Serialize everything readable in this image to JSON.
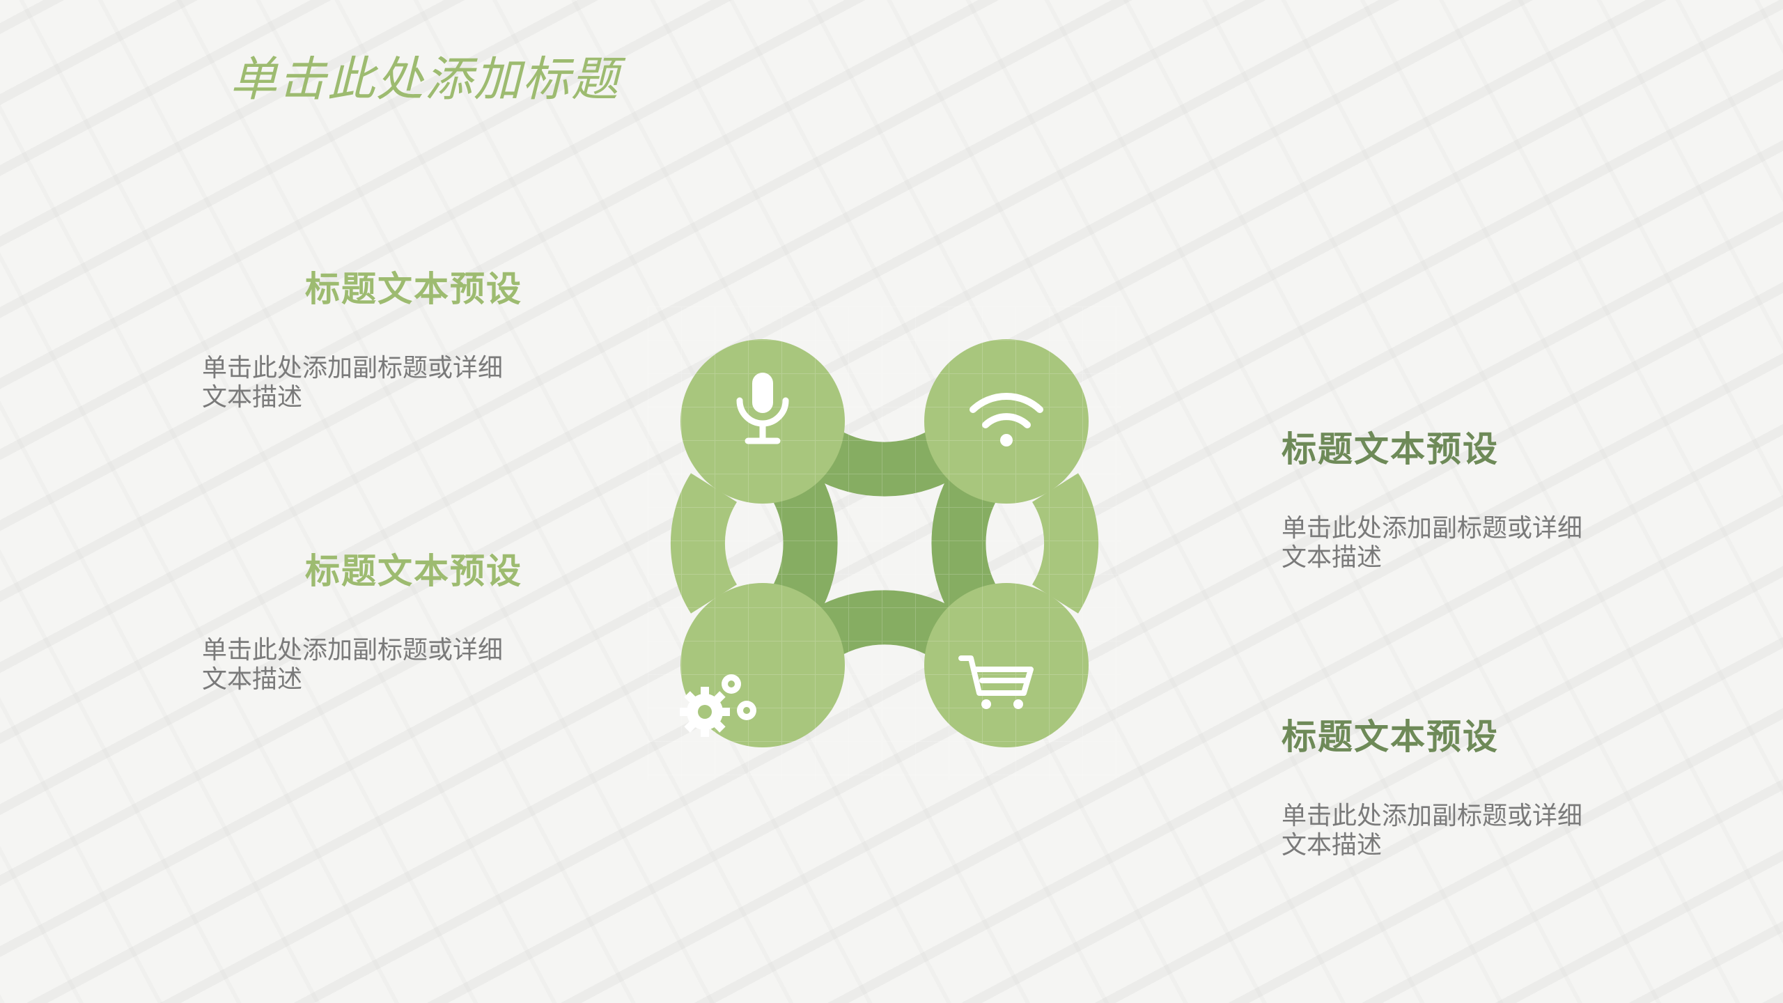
{
  "title": "单击此处添加标题",
  "colors": {
    "accent_light": "#a8c67d",
    "accent_dark": "#86ad62",
    "text_gray": "#7a7a7a",
    "background": "#f5f5f3"
  },
  "items": [
    {
      "heading": "标题文本预设",
      "desc": "单击此处添加副标题或详细文本描述",
      "icon": "microphone-icon"
    },
    {
      "heading": "标题文本预设",
      "desc": "单击此处添加副标题或详细文本描述",
      "icon": "gears-icon"
    },
    {
      "heading": "标题文本预设",
      "desc": "单击此处添加副标题或详细文本描述",
      "icon": "wifi-icon"
    },
    {
      "heading": "标题文本预设",
      "desc": "单击此处添加副标题或详细文本描述",
      "icon": "shopping-cart-icon"
    }
  ]
}
